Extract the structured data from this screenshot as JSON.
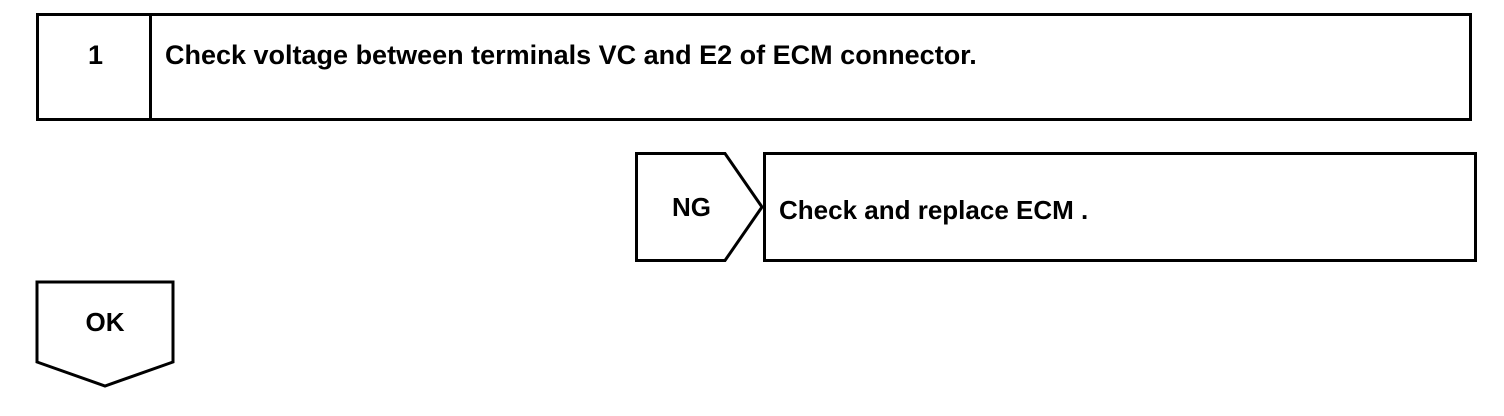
{
  "step": {
    "number": "1",
    "instruction": "Check voltage between terminals VC and E2 of ECM connector."
  },
  "branch_ng": {
    "label": "NG",
    "action": "Check and replace ECM ."
  },
  "branch_ok": {
    "label": "OK"
  }
}
